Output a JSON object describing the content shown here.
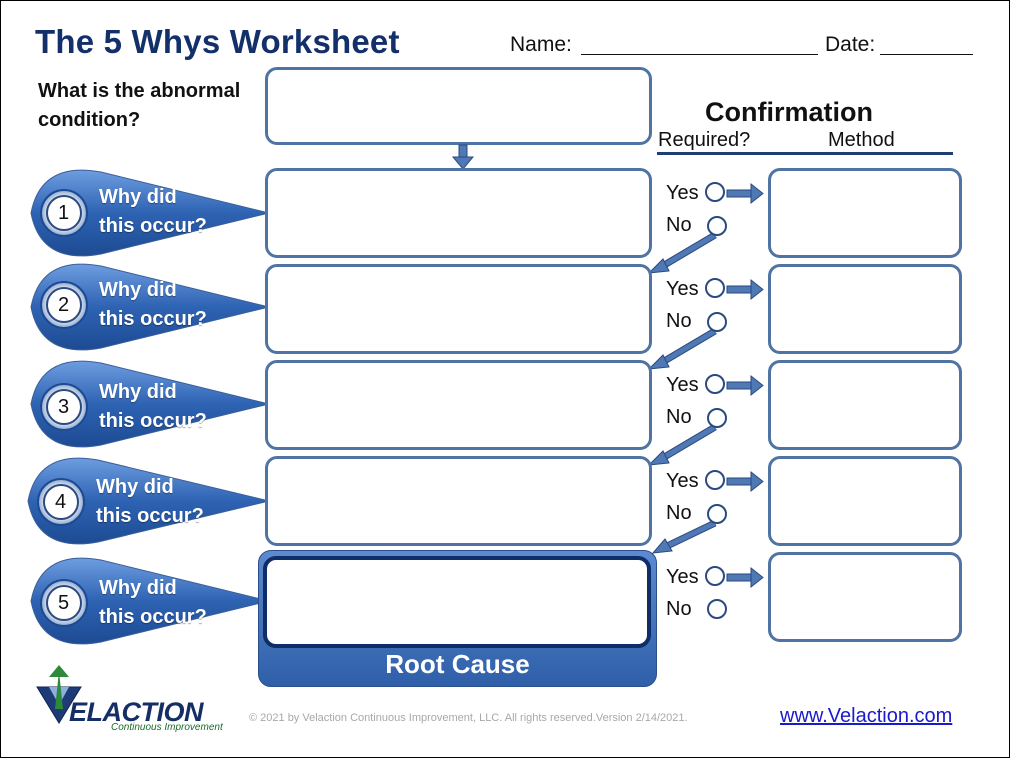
{
  "header": {
    "title": "The 5 Whys Worksheet",
    "name_label": "Name:",
    "date_label": "Date:"
  },
  "question": {
    "text": "What is the abnormal condition?"
  },
  "confirmation": {
    "title": "Confirmation",
    "required_label": "Required?",
    "method_label": "Method"
  },
  "whys": [
    {
      "number": "1",
      "line1": "Why did",
      "line2": "this occur?",
      "yes": "Yes",
      "no": "No"
    },
    {
      "number": "2",
      "line1": "Why did",
      "line2": "this occur?",
      "yes": "Yes",
      "no": "No"
    },
    {
      "number": "3",
      "line1": "Why did",
      "line2": "this occur?",
      "yes": "Yes",
      "no": "No"
    },
    {
      "number": "4",
      "line1": "Why did",
      "line2": "this occur?",
      "yes": "Yes",
      "no": "No"
    },
    {
      "number": "5",
      "line1": "Why did",
      "line2": "this occur?",
      "yes": "Yes",
      "no": "No"
    }
  ],
  "root_cause": {
    "label": "Root Cause"
  },
  "footer": {
    "logo_name": "ELACTION",
    "logo_tagline": "Continuous Improvement",
    "copyright": "© 2021 by Velaction Continuous Improvement, LLC. All rights reserved.Version 2/14/2021.",
    "url": "www.Velaction.com"
  },
  "colors": {
    "title": "#13306a",
    "box_border": "#4f74a3",
    "tag_blue": "#2e63b3",
    "root_border": "#0f2d66",
    "link": "#1a1acc"
  }
}
